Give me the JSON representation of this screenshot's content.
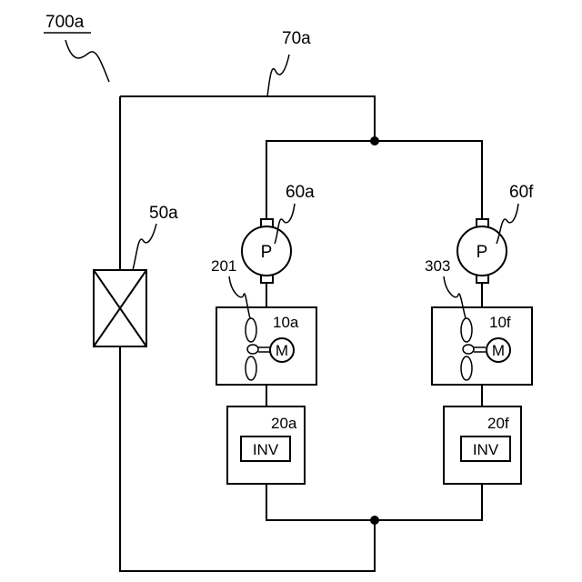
{
  "figure": {
    "system_label": "700a",
    "loop_label": "70a",
    "heat_exchanger_label": "50a",
    "pumps": [
      {
        "label": "60a",
        "symbol": "P"
      },
      {
        "label": "60f",
        "symbol": "P"
      }
    ],
    "fan_motor_units": [
      {
        "label": "10a",
        "fan_label": "201",
        "motor_symbol": "M"
      },
      {
        "label": "10f",
        "fan_label": "303",
        "motor_symbol": "M"
      }
    ],
    "inverter_units": [
      {
        "label": "20a",
        "inv_text": "INV"
      },
      {
        "label": "20f",
        "inv_text": "INV"
      }
    ]
  }
}
